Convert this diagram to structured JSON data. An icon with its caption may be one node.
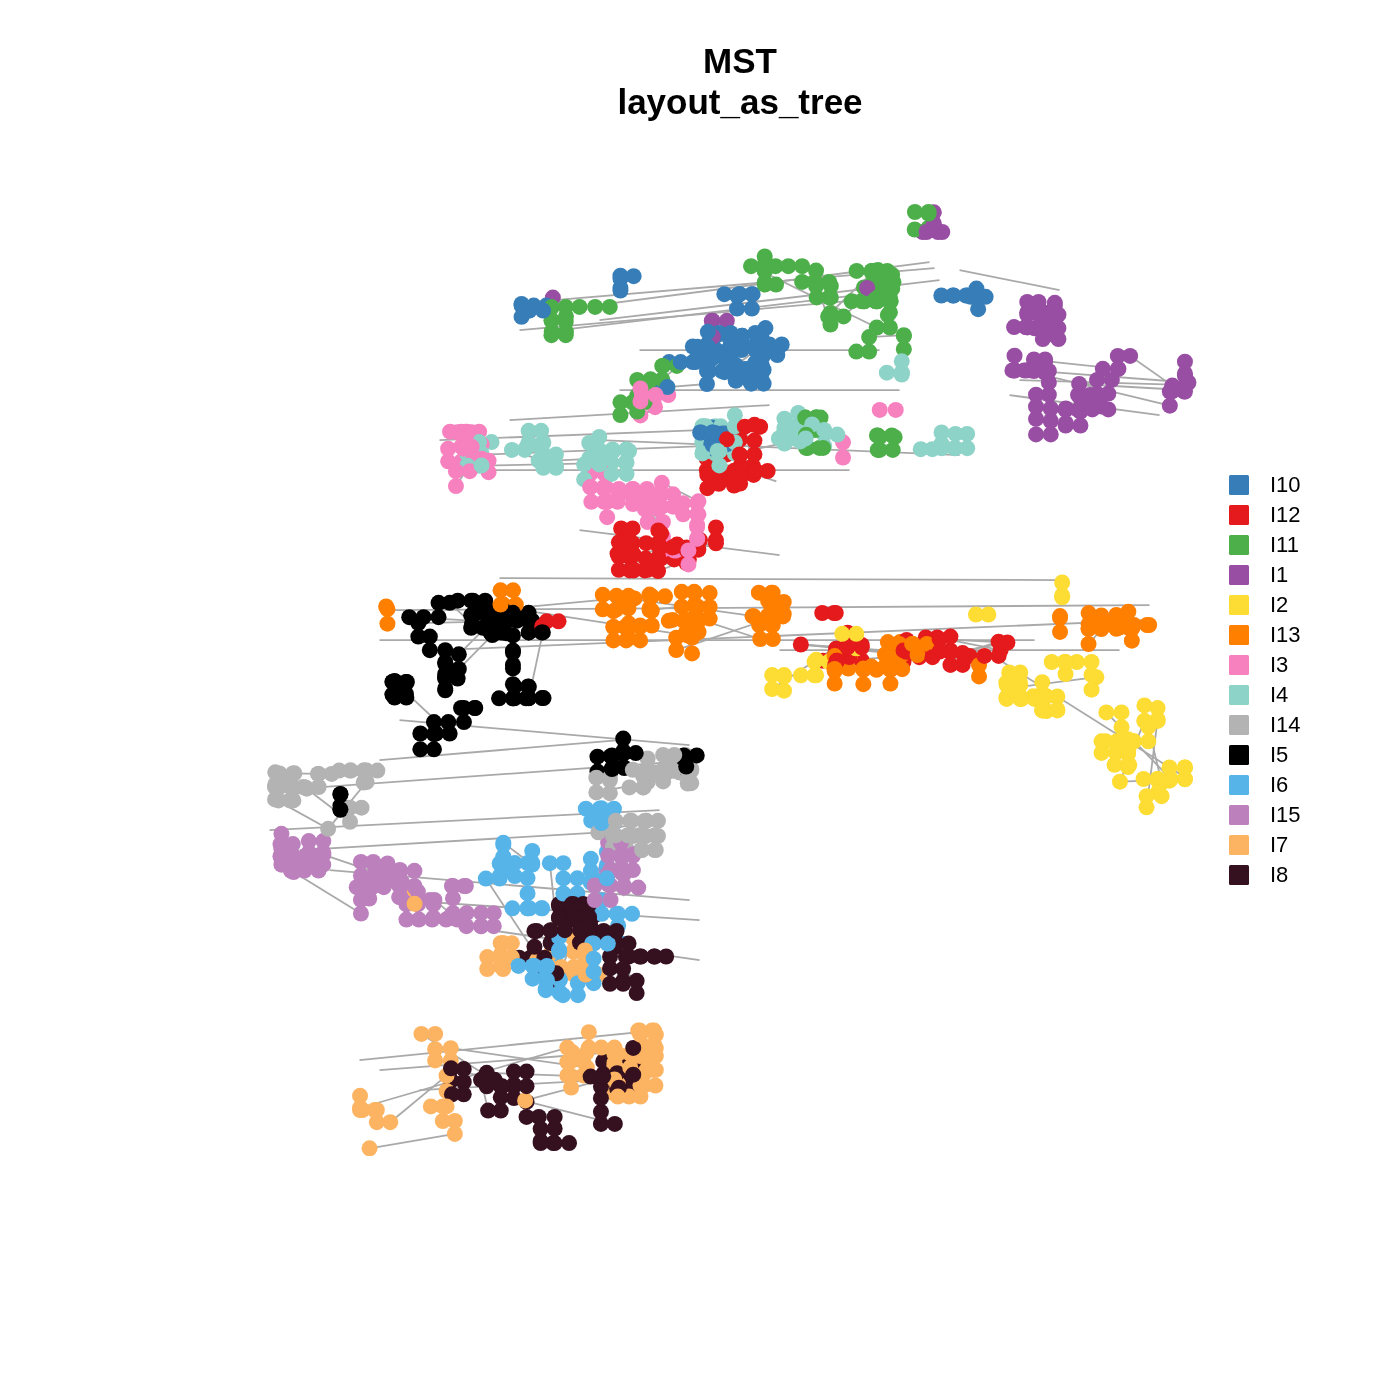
{
  "diagram": {
    "title": "MST layout_as_tree",
    "legend": [
      {
        "text": "I10",
        "color": "#377eb8"
      },
      {
        "text": "I12",
        "color": "#e41a1c"
      },
      {
        "text": "I11",
        "color": "#4daf4a"
      },
      {
        "text": "I1",
        "color": "#984ea3"
      },
      {
        "text": "I2",
        "color": "#fddc33"
      },
      {
        "text": "I13",
        "color": "#ff7f00"
      },
      {
        "text": "I3",
        "color": "#f781bf"
      },
      {
        "text": "I4",
        "color": "#8dd3c7"
      },
      {
        "text": "I14",
        "color": "#b3b3b3"
      },
      {
        "text": "I5",
        "color": "#000000"
      },
      {
        "text": "I6",
        "color": "#56b4e9"
      },
      {
        "text": "I15",
        "color": "#bc80bd"
      },
      {
        "text": "I7",
        "color": "#fdb462"
      },
      {
        "text": "I8",
        "color": "#35101f"
      }
    ]
  }
}
